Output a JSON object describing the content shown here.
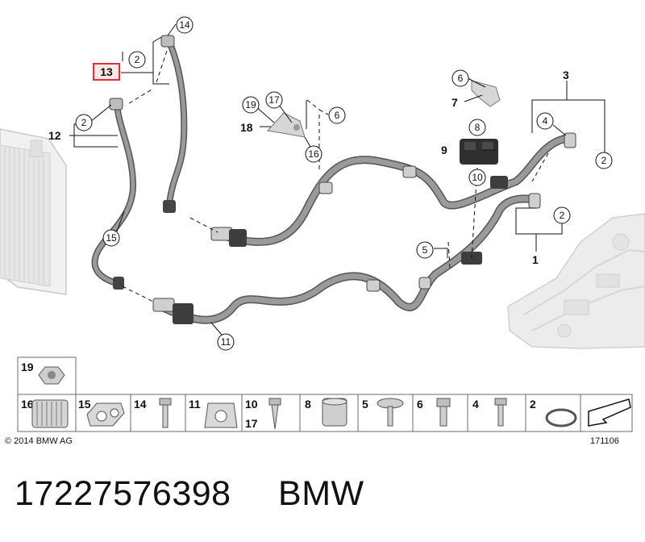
{
  "callouts": {
    "c1": "1",
    "c2": "2",
    "c3": "3",
    "c4": "4",
    "c5": "5",
    "c6": "6",
    "c7": "7",
    "c8": "8",
    "c9": "9",
    "c10": "10",
    "c11": "11",
    "c12": "12",
    "c13": "13",
    "c14": "14",
    "c15": "15",
    "c16": "16",
    "c17": "17",
    "c18": "18",
    "c19": "19"
  },
  "parts_table": {
    "top_cell": "19",
    "cells": [
      "16",
      "15",
      "14",
      "11",
      "10",
      "17",
      "8",
      "5",
      "6",
      "4",
      "2"
    ]
  },
  "footer": {
    "copyright": "© 2014 BMW AG",
    "diagram_number": "171106"
  },
  "caption": {
    "part_number": "17227576398",
    "brand": "BMW"
  },
  "colors": {
    "pipe": "#8a8a8a",
    "pipe_dark": "#555555",
    "highlight": "#d9323a",
    "line": "#111111",
    "cell_border": "#6b6b6b"
  }
}
